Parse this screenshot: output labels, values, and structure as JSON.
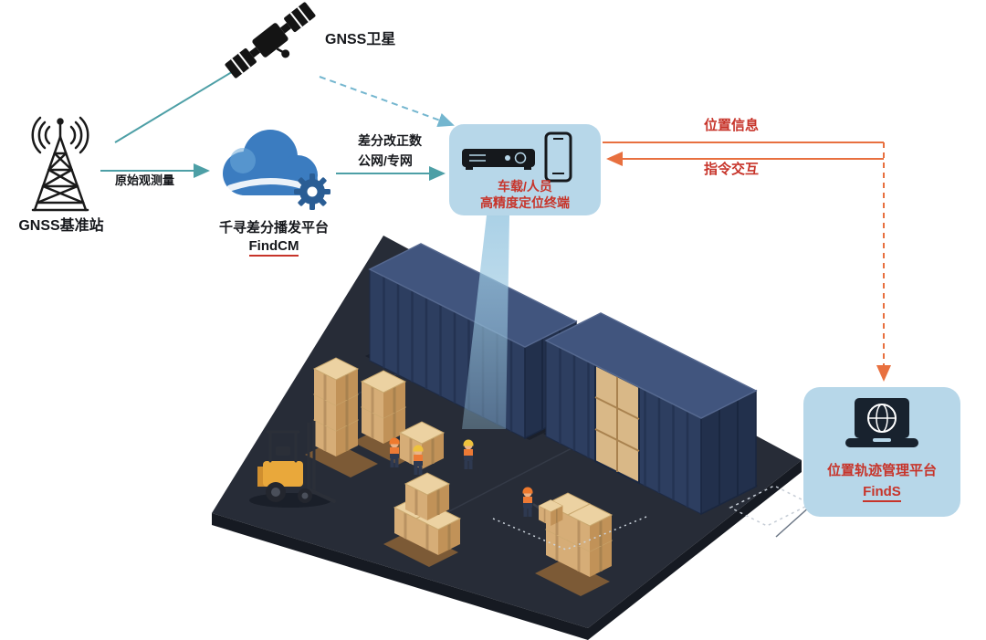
{
  "diagram": {
    "satellite": {
      "label": "GNSS卫星"
    },
    "base_station": {
      "label": "GNSS基准站"
    },
    "links": {
      "raw_observation": "原始观测量",
      "diff_correction": "差分改正数",
      "network": "公网/专网",
      "position_info": "位置信息",
      "command_interaction": "指令交互"
    },
    "cloud_platform": {
      "title": "千寻差分播发平台",
      "subtitle": "FindCM"
    },
    "terminal": {
      "line1": "车载/人员",
      "line2": "高精度定位终端"
    },
    "management_platform": {
      "title": "位置轨迹管理平台",
      "subtitle": "FindS"
    }
  },
  "icons": {
    "satellite": "satellite-icon",
    "base_station": "radio-tower-icon",
    "cloud_platform": "cloud-gear-icon",
    "terminal_receiver": "receiver-box-icon",
    "terminal_phone": "smartphone-icon",
    "management_platform": "laptop-globe-icon",
    "scene": "warehouse-yard-illustration"
  },
  "colors": {
    "teal_line": "#4d9fa6",
    "blue_dashed_line": "#74b6cf",
    "orange_line": "#e8703f",
    "red_text": "#c7342a",
    "bubble_blue": "#b7d7e9",
    "cloud_blue": "#3b7cc0",
    "container_blue": "#2d3e60",
    "platform_dark": "#272c37",
    "crate_tan": "#d6ad77",
    "forklift_yellow": "#e9a83b"
  }
}
